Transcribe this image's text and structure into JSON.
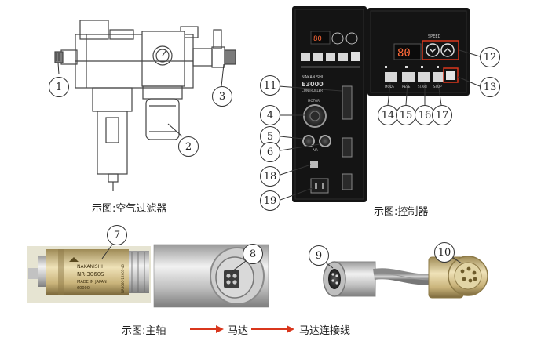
{
  "captions": {
    "air_filter": "示图:空气过滤器",
    "controller": "示图:控制器",
    "chain_1": "示图:主轴",
    "chain_2": "马达",
    "chain_3": "马达连接线"
  },
  "callouts": [
    "1",
    "2",
    "3",
    "4",
    "5",
    "6",
    "7",
    "8",
    "9",
    "10",
    "11",
    "12",
    "13",
    "14",
    "15",
    "16",
    "17",
    "18",
    "19"
  ],
  "controller_panel": {
    "brand": "NAKANISHI",
    "model": "E3000",
    "subtitle": "CONTROLLER",
    "motor_label": "MOTOR",
    "air_label": "AIR",
    "display_value": "80",
    "speed_label": "SPEED",
    "ctrl_labels": [
      "MODE",
      "RESET",
      "START",
      "STOP"
    ]
  },
  "spindle": {
    "brand": "NAKANISHI",
    "model": "NR-3060S",
    "made_in": "MADE IN JAPAN",
    "max_rpm": "60000",
    "side_text": "NR3060-12X01-45"
  },
  "colors": {
    "panel_black": "#141414",
    "metal_light": "#e6e6e6",
    "gold": "#c9b37a",
    "arrow_red": "#d9361c",
    "callout_line": "#333333"
  },
  "icons": [
    "filter-gauge-icon",
    "arrow-right-icon"
  ]
}
